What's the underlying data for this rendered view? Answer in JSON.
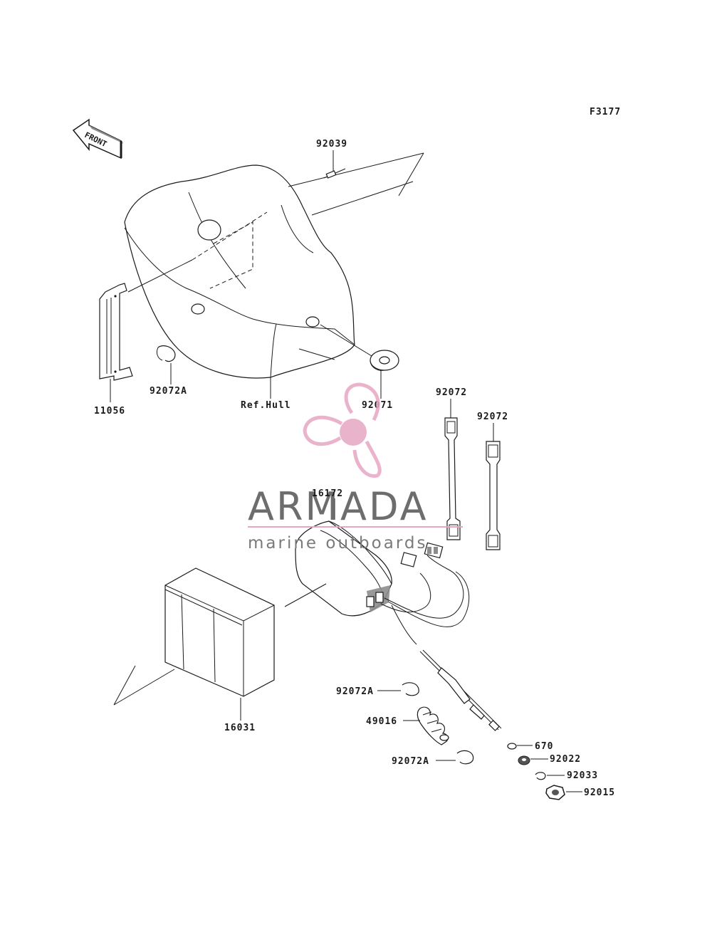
{
  "figure_code": "F3177",
  "front_arrow": "FRONT",
  "watermark": {
    "brand": "ARMADA",
    "tagline": "marine outboards",
    "colors": {
      "logo": "#e7a6c4",
      "text": "#6d6d6d"
    }
  },
  "callouts": {
    "c92039": "92039",
    "c11056": "11056",
    "c92072A_top": "92072A",
    "ref_hull": "Ref.Hull",
    "c92071": "92071",
    "c92072_a": "92072",
    "c92072_b": "92072",
    "c16172": "16172",
    "c16031": "16031",
    "c92072A_mid": "92072A",
    "c49016": "49016",
    "c92072A_low": "92072A",
    "c670": "670",
    "c92022": "92022",
    "c92033": "92033",
    "c92015": "92015"
  }
}
